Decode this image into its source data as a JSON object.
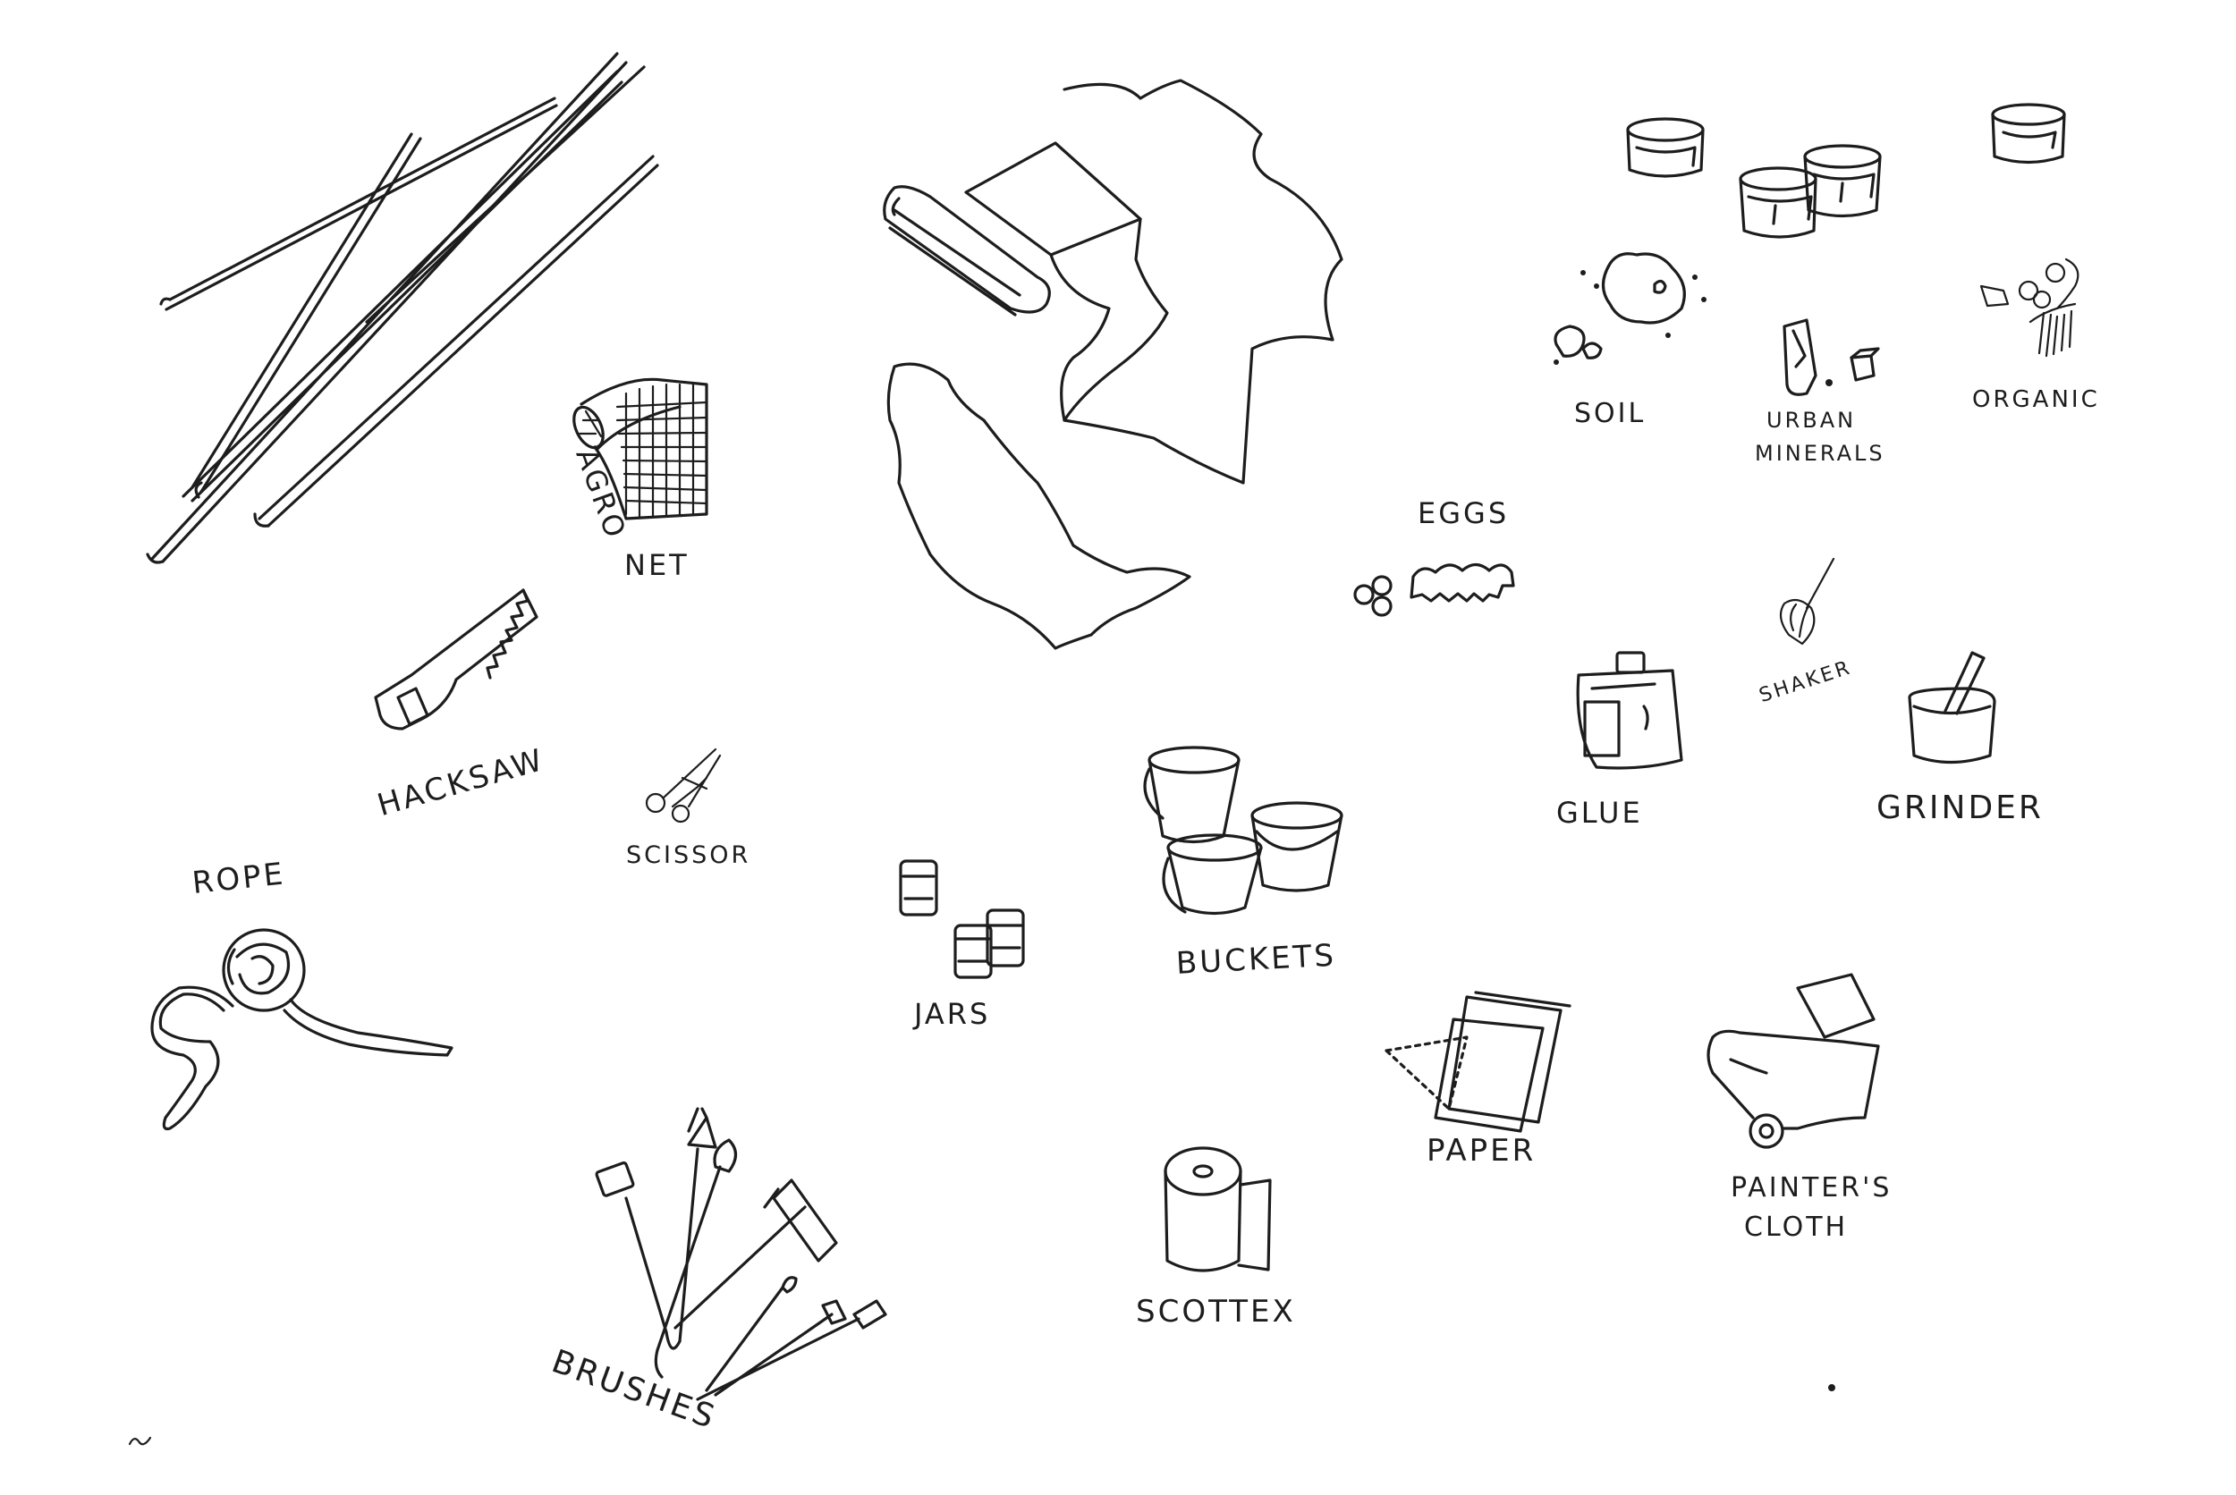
{
  "labels": {
    "agro": "AGRO",
    "net": "NET",
    "hacksaw": "HACKSAW",
    "rope": "ROPE",
    "scissor": "SCISSOR",
    "jars": "JARS",
    "buckets": "BUCKETS",
    "brushes": "BRUSHES",
    "scottex": "SCOTTEX",
    "paper": "PAPER",
    "painters_cloth_line1": "PAINTER'S",
    "painters_cloth_line2": "CLOTH",
    "glue": "GLUE",
    "grinder": "GRINDER",
    "shaker": "SHAKER",
    "eggs": "EGGS",
    "soil": "SOIL",
    "urban_minerals_line1": "URBAN",
    "urban_minerals_line2": "MINERALS",
    "organic": "ORGANIC"
  },
  "colors": {
    "ink": "#1d1d1d",
    "paper": "#ffffff"
  },
  "icons": [
    "sticks-icon",
    "fabric-icon",
    "agro-net-icon",
    "hacksaw-icon",
    "rope-icon",
    "scissor-icon",
    "jars-icon",
    "buckets-icon",
    "brushes-icon",
    "scottex-icon",
    "paper-icon",
    "painters-cloth-icon",
    "glue-icon",
    "grinder-icon",
    "shaker-icon",
    "eggs-icon",
    "soil-icon",
    "urban-minerals-icon",
    "organic-icon",
    "pigment-cups-icon"
  ]
}
